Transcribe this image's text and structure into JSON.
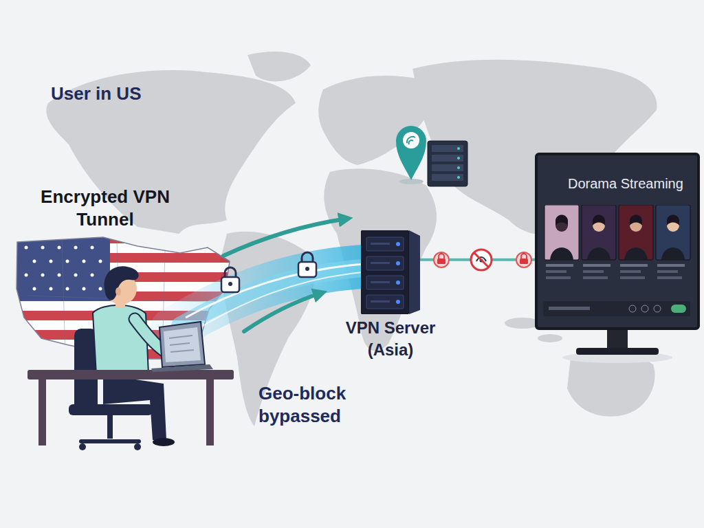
{
  "diagram": {
    "nodes": [
      {
        "text": [
          "VPN Server (Asia)"
        ]
      },
      {
        "text": [
          "Dorama Streaming"
        ]
      }
    ],
    "edges": [
      {
        "from": 0,
        "to": 1,
        "arrow": "none"
      }
    ],
    "labels": [
      "User in US",
      "Encrypted VPN Tunnel",
      "Geo-block bypassed"
    ]
  }
}
